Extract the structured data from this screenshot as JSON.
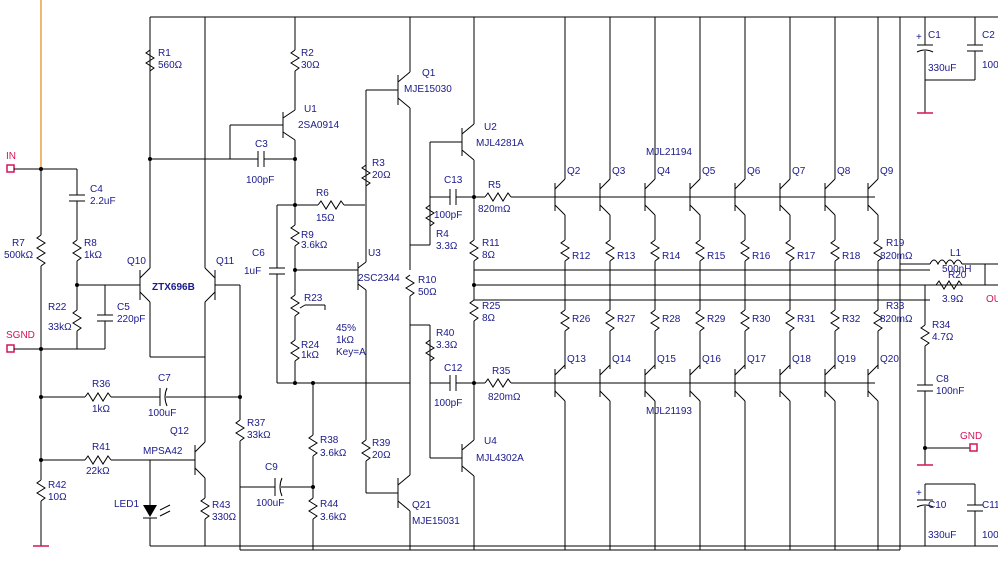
{
  "pins": {
    "in": "IN",
    "sgnd": "SGND",
    "gnd": "GND",
    "out": "OU"
  },
  "colors": {
    "wire": "#000000",
    "label": "#1a1a8c",
    "pin": "#d4145a",
    "input_line": "#e8a040"
  },
  "labels": {
    "r1": "R1",
    "r1v": "560Ω",
    "r2": "R2",
    "r2v": "30Ω",
    "u1": "U1",
    "u1v": "2SA0914",
    "c3": "C3",
    "c3v": "100pF",
    "q1": "Q1",
    "q1v": "MJE15030",
    "r3": "R3",
    "r3v": "20Ω",
    "r6": "R6",
    "r6v": "15Ω",
    "r9": "R9",
    "r9v": "3.6kΩ",
    "c6": "C6",
    "c6v": "1uF",
    "u3": "U3",
    "u3v": "2SC2344",
    "r23": "R23",
    "pot1": "45%",
    "pot2": "1kΩ",
    "pot3": "Key=A",
    "r24": "R24",
    "r24v": "1kΩ",
    "r10": "R10",
    "r10v": "50Ω",
    "c4": "C4",
    "c4v": "2.2uF",
    "r7": "R7",
    "r7v": "500kΩ",
    "r8": "R8",
    "r8v": "1kΩ",
    "q10": "Q10",
    "q10v": "ZTX696B",
    "q11": "Q11",
    "r22": "R22",
    "r22v": "33kΩ",
    "c5": "C5",
    "c5v": "220pF",
    "r36": "R36",
    "r36v": "1kΩ",
    "c7": "C7",
    "c7v": "100uF",
    "q12": "Q12",
    "q12v": "MPSA42",
    "r41": "R41",
    "r41v": "22kΩ",
    "r42": "R42",
    "r42v": "10Ω",
    "led1": "LED1",
    "r43": "R43",
    "r43v": "330Ω",
    "r37": "R37",
    "r37v": "33kΩ",
    "c9": "C9",
    "c9v": "100uF",
    "r38": "R38",
    "r38v": "3.6kΩ",
    "r44": "R44",
    "r44v": "3.6kΩ",
    "r39": "R39",
    "r39v": "20Ω",
    "q21": "Q21",
    "q21v": "MJE15031",
    "u2": "U2",
    "u2v": "MJL4281A",
    "c13": "C13",
    "c13v": "100pF",
    "r5": "R5",
    "r5v": "820mΩ",
    "r4": "R4",
    "r4v": "3.3Ω",
    "r11": "R11",
    "r11v": "8Ω",
    "r25": "R25",
    "r25v": "8Ω",
    "r40": "R40",
    "r40v": "3.3Ω",
    "c12": "C12",
    "c12v": "100pF",
    "r35": "R35",
    "r35v": "820mΩ",
    "u4": "U4",
    "u4v": "MJL4302A",
    "mjl21194": "MJL21194",
    "mjl21193": "MJL21193",
    "q2": "Q2",
    "q3": "Q3",
    "q4": "Q4",
    "q5": "Q5",
    "q6": "Q6",
    "q7": "Q7",
    "q8": "Q8",
    "q9": "Q9",
    "q13": "Q13",
    "q14": "Q14",
    "q15": "Q15",
    "q16": "Q16",
    "q17": "Q17",
    "q18": "Q18",
    "q19": "Q19",
    "q20": "Q20",
    "r12": "R12",
    "r13": "R13",
    "r14": "R14",
    "r15": "R15",
    "r16": "R16",
    "r17": "R17",
    "r18": "R18",
    "r19": "R19",
    "r19v": "820mΩ",
    "r26": "R26",
    "r27": "R27",
    "r28": "R28",
    "r29": "R29",
    "r30": "R30",
    "r31": "R31",
    "r32": "R32",
    "r33": "R33",
    "r33v": "820mΩ",
    "l1": "L1",
    "l1v": "500nH",
    "r20": "R20",
    "r20v": "3.9Ω",
    "r34": "R34",
    "r34v": "4.7Ω",
    "c8": "C8",
    "c8v": "100nF",
    "c1": "C1",
    "c1v": "330uF",
    "c2": "C2",
    "c2v": "100",
    "c10": "C10",
    "c10v": "330uF",
    "c11": "C11",
    "c11v": "100"
  }
}
